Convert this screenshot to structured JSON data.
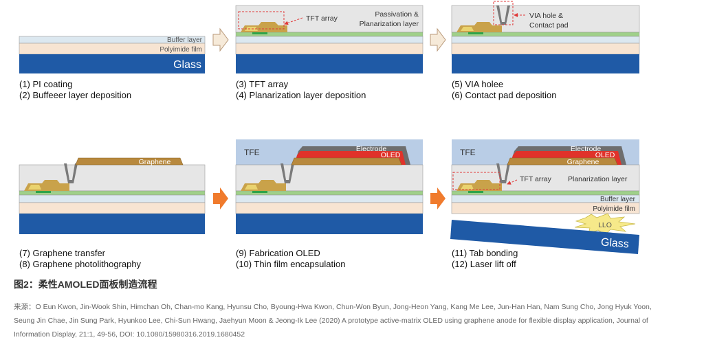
{
  "panels": [
    {
      "captions": [
        "(1) PI coating",
        "(2) Buffeeer layer deposition"
      ],
      "labels": {
        "buffer": "Buffer layer",
        "polyimide": "Polyimide film",
        "glass": "Glass"
      }
    },
    {
      "captions": [
        "(3) TFT array",
        "(4) Planarization layer deposition"
      ],
      "labels": {
        "tft": "TFT array",
        "passivation": "Passivation &",
        "planarization": "Planarization layer"
      }
    },
    {
      "captions": [
        "(5) VIA holee",
        "(6) Contact pad deposition"
      ],
      "labels": {
        "via": "VIA hole &",
        "contact": "Contact pad"
      }
    },
    {
      "captions": [
        "(7) Graphene transfer",
        "(8) Graphene photolithography"
      ],
      "labels": {
        "graphene": "Graphene"
      }
    },
    {
      "captions": [
        "(9) Fabrication OLED",
        "(10) Thin film encapsulation"
      ],
      "labels": {
        "tfe": "TFE",
        "electrode": "Electrode",
        "oled": "OLED"
      }
    },
    {
      "captions": [
        "(11) Tab bonding",
        "(12) Laser lift off"
      ],
      "labels": {
        "tfe": "TFE",
        "electrode": "Electrode",
        "oled": "OLED",
        "graphene": "Graphene",
        "tft": "TFT array",
        "planarization": "Planarization layer",
        "buffer": "Buffer layer",
        "polyimide": "Polyimide film",
        "llo": "LLO",
        "glass": "Glass"
      }
    }
  ],
  "figure_title": "图2：柔性AMOLED面板制造流程",
  "source_text": "来源：O Eun Kwon, Jin-Wook Shin, Himchan Oh, Chan-mo Kang, Hyunsu Cho, Byoung-Hwa Kwon, Chun-Won Byun, Jong-Heon Yang, Kang Me Lee, Jun-Han Han, Nam Sung Cho, Jong Hyuk Yoon, Seung Jin Chae, Jin Sung Park, Hyunkoo Lee, Chi-Sun Hwang, Jaehyun Moon & Jeong-Ik Lee (2020) A prototype active-matrix OLED using graphene anode for flexible display application, Journal of Information Display, 21:1, 49-56, DOI: 10.1080/15980316.2019.1680452",
  "colors": {
    "glass": "#1f5aa6",
    "polyimide": "#f7e4d2",
    "buffer": "#dce8f0",
    "green": "#9fd08a",
    "planarization": "#e6e6e6",
    "tft_gold": "#c9a24a",
    "tft_green": "#2fa34a",
    "graphene": "#b8893e",
    "oled": "#e0322a",
    "electrode": "#6e6e6e",
    "tfe": "#b9cde6",
    "arrow_outline": "#f3e2cf",
    "arrow_orange": "#f07b2d"
  }
}
